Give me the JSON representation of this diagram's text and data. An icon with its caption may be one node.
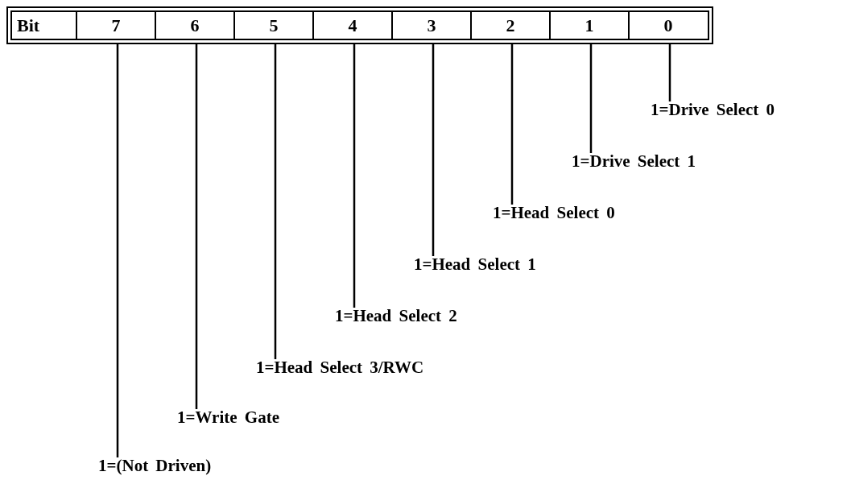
{
  "diagram": {
    "nodes": [
      {
        "text": [],
        "shape": "box"
      },
      {
        "text": [
          "Bit"
        ],
        "in": 0
      },
      {
        "text": [
          "7"
        ],
        "in": 0
      },
      {
        "text": [
          "6"
        ],
        "in": 0
      },
      {
        "text": [
          "5"
        ],
        "in": 0
      },
      {
        "text": [
          "4"
        ],
        "in": 0
      },
      {
        "text": [
          "3"
        ],
        "in": 0
      },
      {
        "text": [
          "2"
        ],
        "in": 0
      },
      {
        "text": [
          "1"
        ],
        "in": 0
      },
      {
        "text": [
          "0"
        ],
        "in": 0
      },
      {
        "text": [
          "1=Drive Select 0"
        ]
      },
      {
        "text": [
          "1=Drive Select 1"
        ]
      },
      {
        "text": [
          "1=Head Select 0"
        ]
      },
      {
        "text": [
          "1=Head Select 1"
        ]
      },
      {
        "text": [
          "1=Head Select 2"
        ]
      },
      {
        "text": [
          "1=Head Select 3/RWC"
        ]
      },
      {
        "text": [
          "1=Write Gate"
        ]
      },
      {
        "text": [
          "1=(Not Driven)"
        ]
      }
    ],
    "edges": [
      {
        "from": 9,
        "to": 10,
        "arrow": "none"
      },
      {
        "from": 8,
        "to": 11,
        "arrow": "none"
      },
      {
        "from": 7,
        "to": 12,
        "arrow": "none"
      },
      {
        "from": 6,
        "to": 13,
        "arrow": "none"
      },
      {
        "from": 5,
        "to": 14,
        "arrow": "none"
      },
      {
        "from": 4,
        "to": 15,
        "arrow": "none"
      },
      {
        "from": 3,
        "to": 16,
        "arrow": "none"
      },
      {
        "from": 2,
        "to": 17,
        "arrow": "none"
      }
    ]
  }
}
